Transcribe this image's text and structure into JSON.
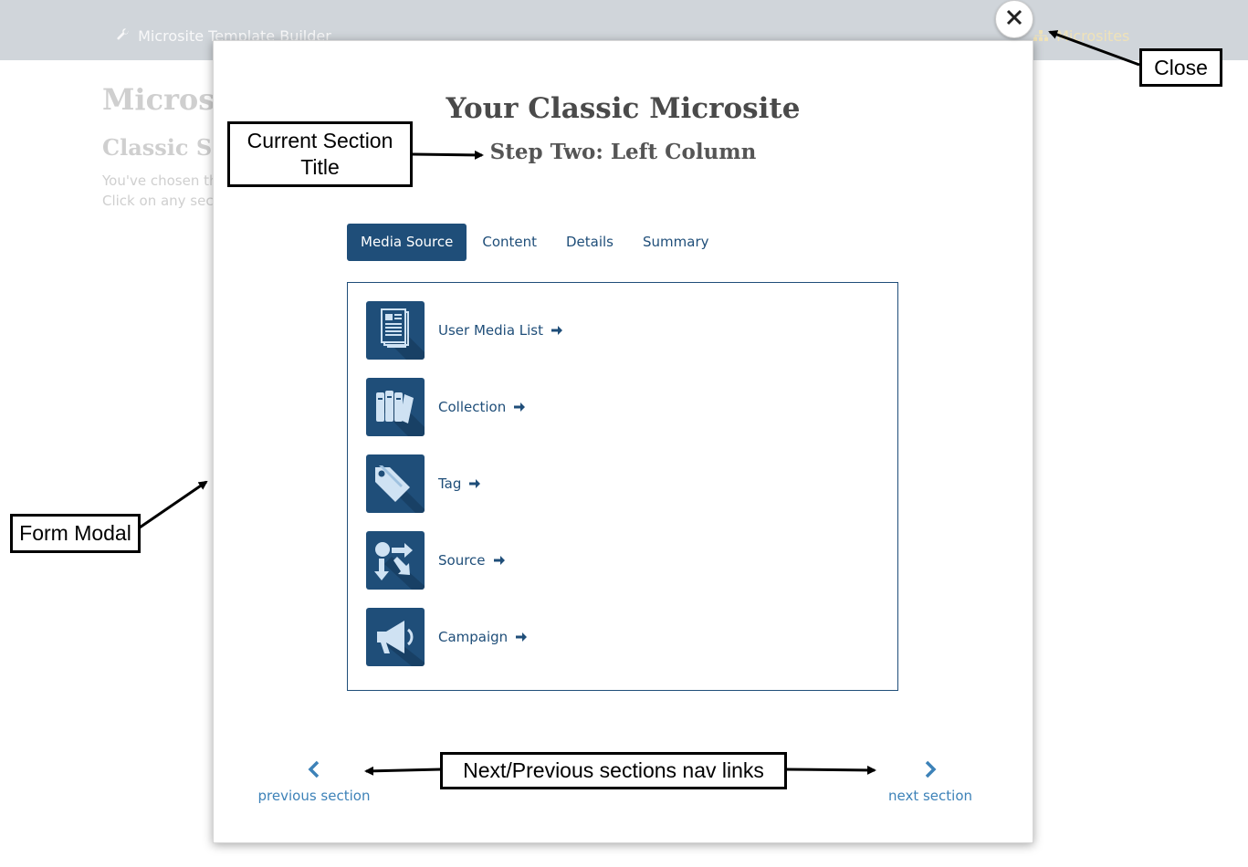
{
  "background": {
    "brand_label": "Microsite Template Builder",
    "microsites_label": "Microsites",
    "page_title": "Microsi",
    "page_subtitle": "Classic Sit",
    "intro_line1": "You've chosen th",
    "intro_line2": "Click on any sect"
  },
  "modal": {
    "title": "Your Classic Microsite",
    "subtitle": "Step Two: Left Column",
    "tabs": [
      {
        "label": "Media Source",
        "active": true
      },
      {
        "label": "Content",
        "active": false
      },
      {
        "label": "Details",
        "active": false
      },
      {
        "label": "Summary",
        "active": false
      }
    ],
    "sources": [
      {
        "label": "User Media List",
        "icon": "document-list-icon"
      },
      {
        "label": "Collection",
        "icon": "books-icon"
      },
      {
        "label": "Tag",
        "icon": "tags-icon"
      },
      {
        "label": "Source",
        "icon": "source-arrows-icon"
      },
      {
        "label": "Campaign",
        "icon": "megaphone-icon"
      }
    ],
    "prev_label": "previous section",
    "next_label": "next section",
    "close_icon": "close-icon"
  },
  "annotations": {
    "close": "Close",
    "section_title_line1": "Current Section",
    "section_title_line2": "Title",
    "form_modal": "Form Modal",
    "nav_links": "Next/Previous sections nav links"
  },
  "colors": {
    "primary": "#1f4e79",
    "link": "#3d82b8",
    "topbar": "#d0d5da",
    "accent_gold": "#efe2b8"
  }
}
